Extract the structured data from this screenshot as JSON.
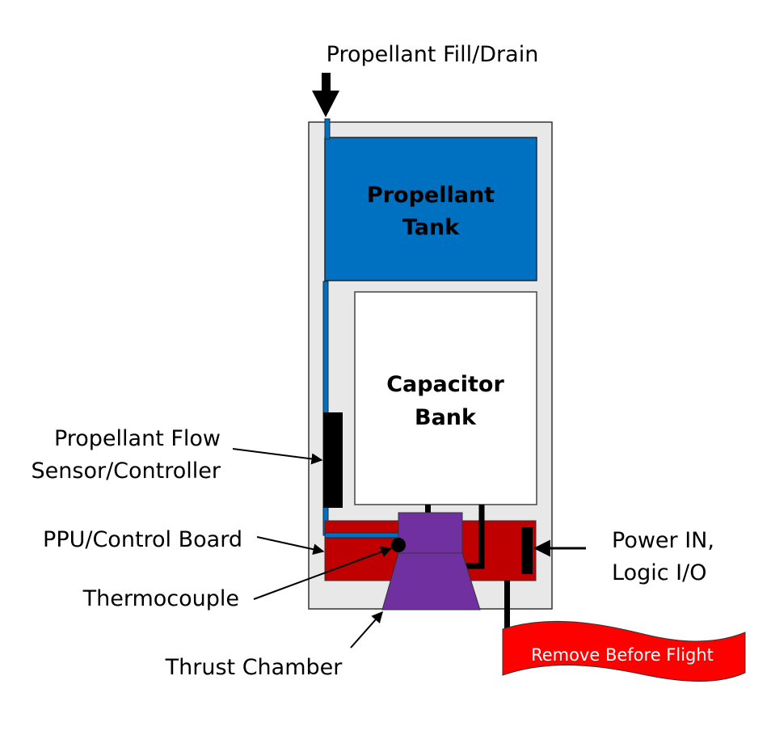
{
  "diagram": {
    "colors": {
      "housing": "#e8e8e8",
      "tank": "#0070c0",
      "feed_line": "#0070c0",
      "capacitor_bank": "#ffffff",
      "ppu_board": "#c00000",
      "thrust_chamber": "#7030a0",
      "flag": "#ff0000",
      "sensor": "#000000"
    },
    "components": {
      "tank_line1": "Propellant",
      "tank_line2": "Tank",
      "capacitor_line1": "Capacitor",
      "capacitor_line2": "Bank"
    },
    "callouts": {
      "fill_drain": "Propellant Fill/Drain",
      "flow_line1": "Propellant Flow",
      "flow_line2": "Sensor/Controller",
      "ppu": "PPU/Control Board",
      "thermocouple": "Thermocouple",
      "thrust_chamber": "Thrust Chamber",
      "power_line1": "Power IN,",
      "power_line2": "Logic I/O"
    },
    "flag": {
      "text": "Remove Before Flight"
    }
  }
}
